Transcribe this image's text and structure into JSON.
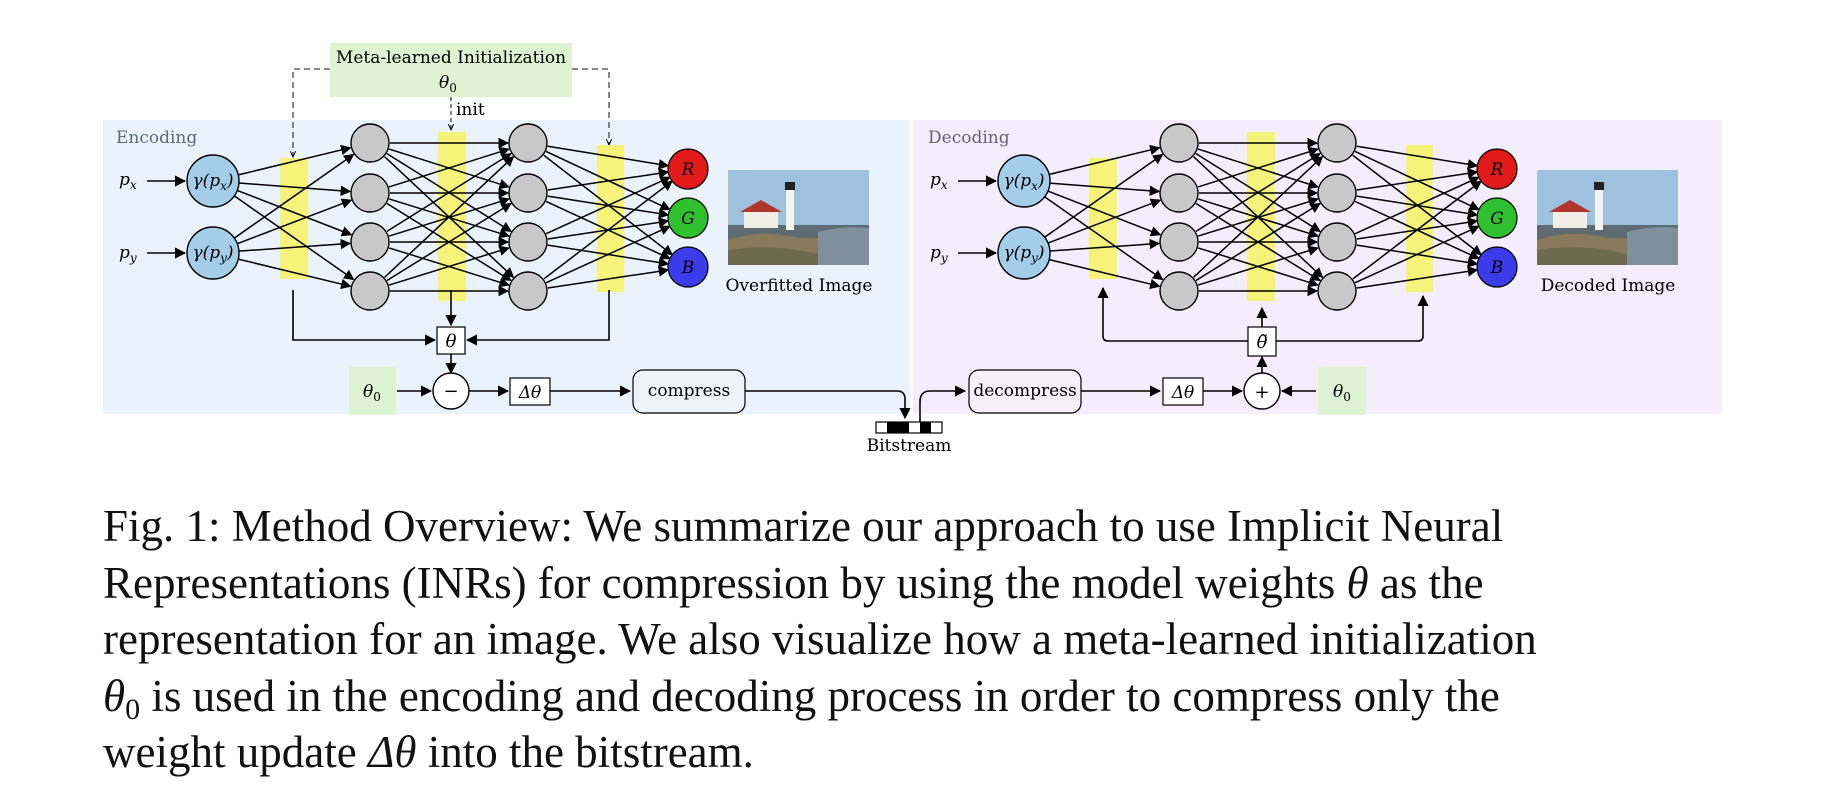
{
  "meta_init": {
    "title": "Meta-learned Initialization",
    "symbol": "θ",
    "subscript": "0",
    "init_label": "init"
  },
  "encoding": {
    "label": "Encoding",
    "input_x": "p",
    "input_x_sub": "x",
    "input_y": "p",
    "input_y_sub": "y",
    "pe_x": "γ(p",
    "pe_y": "γ(p",
    "outputs": [
      "R",
      "G",
      "B"
    ],
    "image_caption": "Overfitted Image",
    "theta": "θ",
    "theta0": "θ",
    "theta0_sub": "0",
    "minus": "−",
    "delta": "Δθ",
    "compress": "compress"
  },
  "bitstream": {
    "label": "Bitstream"
  },
  "decoding": {
    "label": "Decoding",
    "input_x": "p",
    "input_x_sub": "x",
    "input_y": "p",
    "input_y_sub": "y",
    "pe_x": "γ(p",
    "pe_y": "γ(p",
    "outputs": [
      "R",
      "G",
      "B"
    ],
    "image_caption": "Decoded Image",
    "theta": "θ̃",
    "theta0": "θ",
    "theta0_sub": "0",
    "plus": "+",
    "delta": "Δθ",
    "decompress": "decompress"
  },
  "colors": {
    "encoding_bg": "#eaf2fb",
    "decoding_bg": "#f4edfb",
    "meta_bg": "#ddf3d2",
    "layer_yellow": "#f6f37a",
    "node_gray": "#c8c8c8",
    "pe_blue": "#a3cde9",
    "out_red": "#e21a1a",
    "out_green": "#2fbf2f",
    "out_blue": "#3b3bea"
  },
  "caption": {
    "fig_label": "Fig. 1:",
    "line1": "Method Overview: We summarize our approach to use Implicit Neural",
    "line2a": "Representations (INRs) for compression by using the model weights",
    "line2_theta": "θ",
    "line2b": "as the",
    "line3": "representation for an image. We also visualize how a meta-learned initialization",
    "line4_theta": "θ",
    "line4_sub": "0",
    "line4b": "is used in the encoding and decoding process in order to compress only the",
    "line5a": "weight update",
    "line5_delta": "Δθ",
    "line5b": "into the bitstream."
  }
}
